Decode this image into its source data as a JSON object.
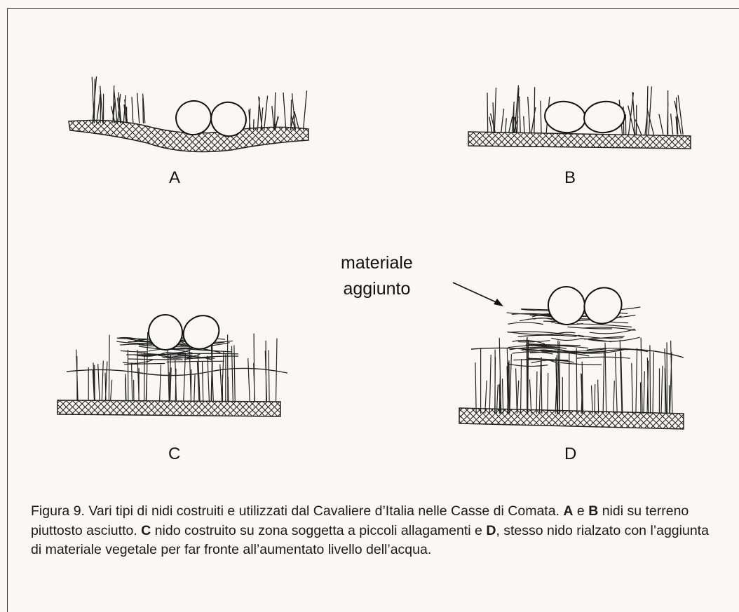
{
  "panels": [
    {
      "id": "A",
      "label": "A"
    },
    {
      "id": "B",
      "label": "B"
    },
    {
      "id": "C",
      "label": "C"
    },
    {
      "id": "D",
      "label": "D"
    }
  ],
  "annotation": {
    "line1": "materiale",
    "line2": "aggiunto"
  },
  "caption": {
    "prefix": "Figura 9.  Vari tipi di nidi costruiti e utilizzati dal Cavaliere d’Italia nelle Casse di Comata. ",
    "a": "A",
    "t1": " e ",
    "b": "B",
    "t2": " nidi su terreno piuttosto asciutto. ",
    "c": "C",
    "t3": " nido costruito su zona soggetta a piccoli allagamenti e ",
    "d": "D",
    "t4": ", stesso nido rialzato con l’aggiunta di materiale vegetale per far fronte all’aumentato livello dell’acqua."
  }
}
